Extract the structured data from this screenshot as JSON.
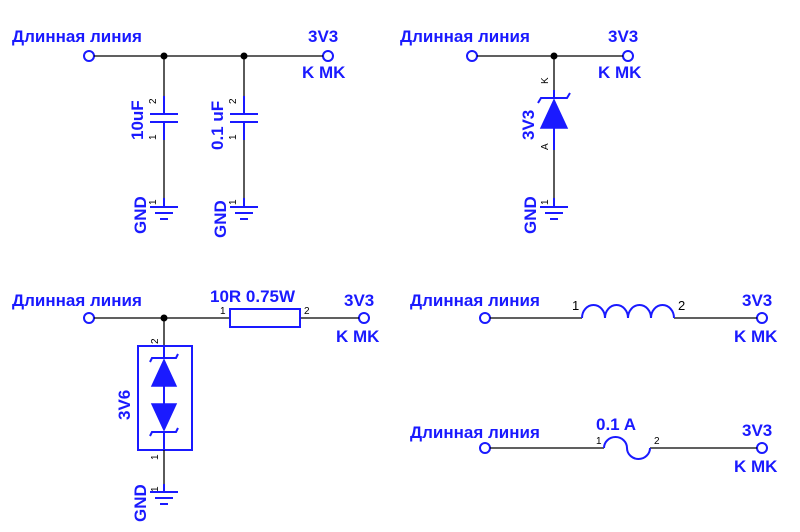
{
  "line_label": "Длинная линия",
  "vcc_label": "3V3",
  "mcu_label": "K MK",
  "gnd_label": "GND",
  "pin_1": "1",
  "pin_2": "2",
  "panel_caps": {
    "c1_value": "10uF",
    "c2_value": "0.1 uF"
  },
  "panel_zener": {
    "value": "3V3",
    "cathode": "K",
    "anode": "A"
  },
  "panel_tvs": {
    "value": "3V6",
    "resistor_value": "10R 0.75W"
  },
  "panel_inductor": {},
  "panel_fuse": {
    "value": "0.1 A"
  }
}
